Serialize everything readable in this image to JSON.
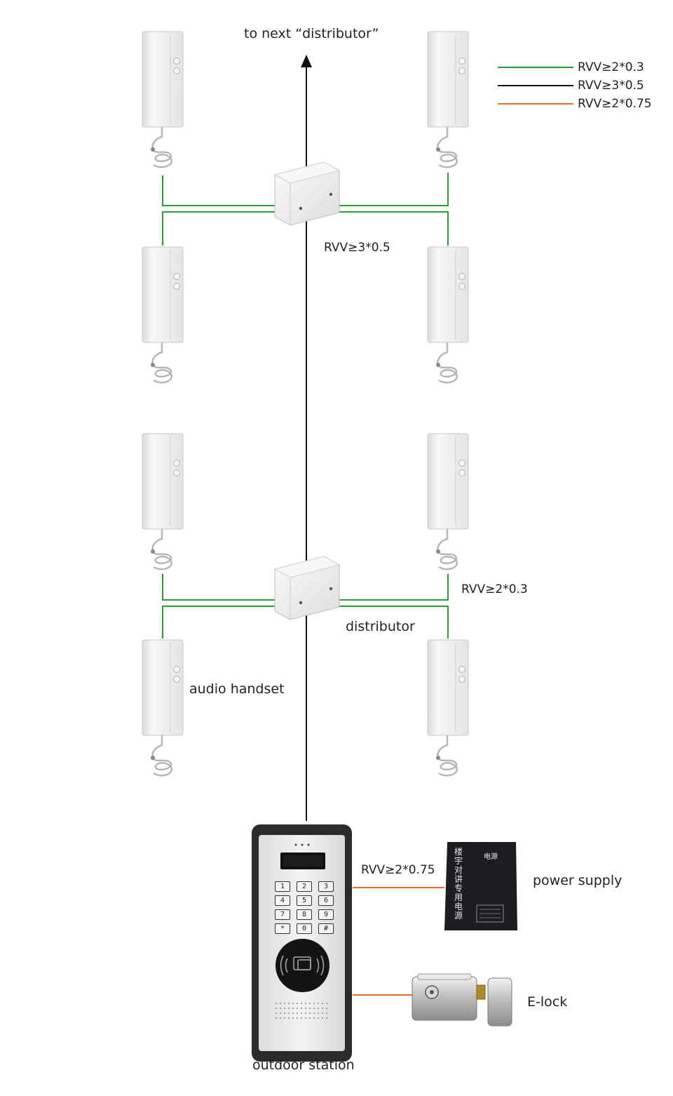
{
  "labels": {
    "to_next": "to next “distributor”",
    "rvv_riser": "RVV≥3*0.5",
    "rvv_branch": "RVV≥2*0.3",
    "distributor": "distributor",
    "audio_handset": "audio handset",
    "rvv_power": "RVV≥2*0.75",
    "power_supply": "power supply",
    "elock": "E-lock",
    "outdoor_station": "outdoor station"
  },
  "legend": [
    {
      "label": "RVV≥2*0.3",
      "color": "#2e9e3a"
    },
    {
      "label": "RVV≥3*0.5",
      "color": "#111111"
    },
    {
      "label": "RVV≥2*0.75",
      "color": "#e36a2a"
    }
  ],
  "keypad": [
    [
      "1",
      "2",
      "3"
    ],
    [
      "4",
      "5",
      "6"
    ],
    [
      "7",
      "8",
      "9"
    ],
    [
      "*",
      "0",
      "#"
    ]
  ],
  "power_supply_text": {
    "vertical": "楼宇对讲专用电源",
    "small": "电源"
  },
  "colors": {
    "green_wire": "#2e9e3a",
    "black_wire": "#111111",
    "orange_wire": "#e36a2a",
    "station_frame": "#2b2b2b",
    "station_face": "#e9e9e9",
    "psu_body": "#1d1d1f"
  },
  "icons": {
    "handset": "audio-handset-icon",
    "distributor": "distributor-box-icon",
    "station": "outdoor-station-icon",
    "power": "power-supply-icon",
    "lock": "electric-lock-icon"
  }
}
